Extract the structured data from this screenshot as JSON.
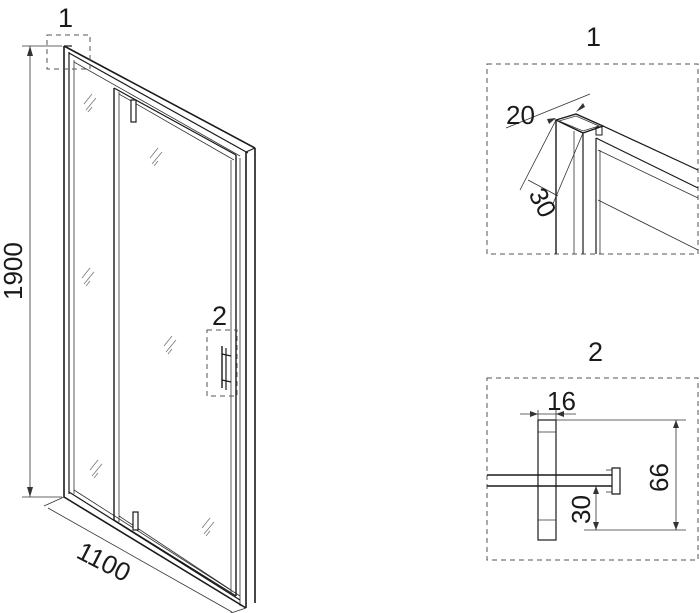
{
  "callouts": {
    "callout_1_label": "1",
    "callout_2_label": "2"
  },
  "main_view": {
    "height_dimension": "1900",
    "width_dimension": "1100"
  },
  "detail_1": {
    "title": "1",
    "profile_width": "20",
    "profile_depth": "30"
  },
  "detail_2": {
    "title": "2",
    "gap": "16",
    "offset": "30",
    "height": "66"
  }
}
